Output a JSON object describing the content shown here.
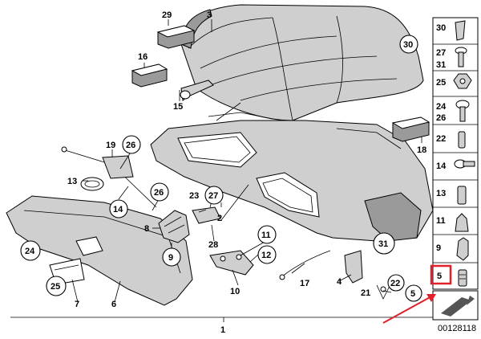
{
  "diagram": {
    "callouts": {
      "p1": "1",
      "p2": "2",
      "p3": "3",
      "p4": "4",
      "p5": "5",
      "p6": "6",
      "p7": "7",
      "p8": "8",
      "p9": "9",
      "p10": "10",
      "p11": "11",
      "p12": "12",
      "p13": "13",
      "p14": "14",
      "p15": "15",
      "p16": "16",
      "p17": "17",
      "p18": "18",
      "p19": "19",
      "p21": "21",
      "p22": "22",
      "p23": "23",
      "p24": "24",
      "p25": "25",
      "p26a": "26",
      "p26b": "26",
      "p27": "27",
      "p28": "28",
      "p29": "29",
      "p30": "30",
      "p31": "31"
    },
    "sidebar": {
      "rows": [
        "30",
        "27\n31",
        "25",
        "24\n26",
        "22",
        "14",
        "13",
        "11",
        "9",
        "5"
      ]
    },
    "highlight_label": "5",
    "highlight_color": "#e0202a",
    "drawing_number": "00128118"
  }
}
